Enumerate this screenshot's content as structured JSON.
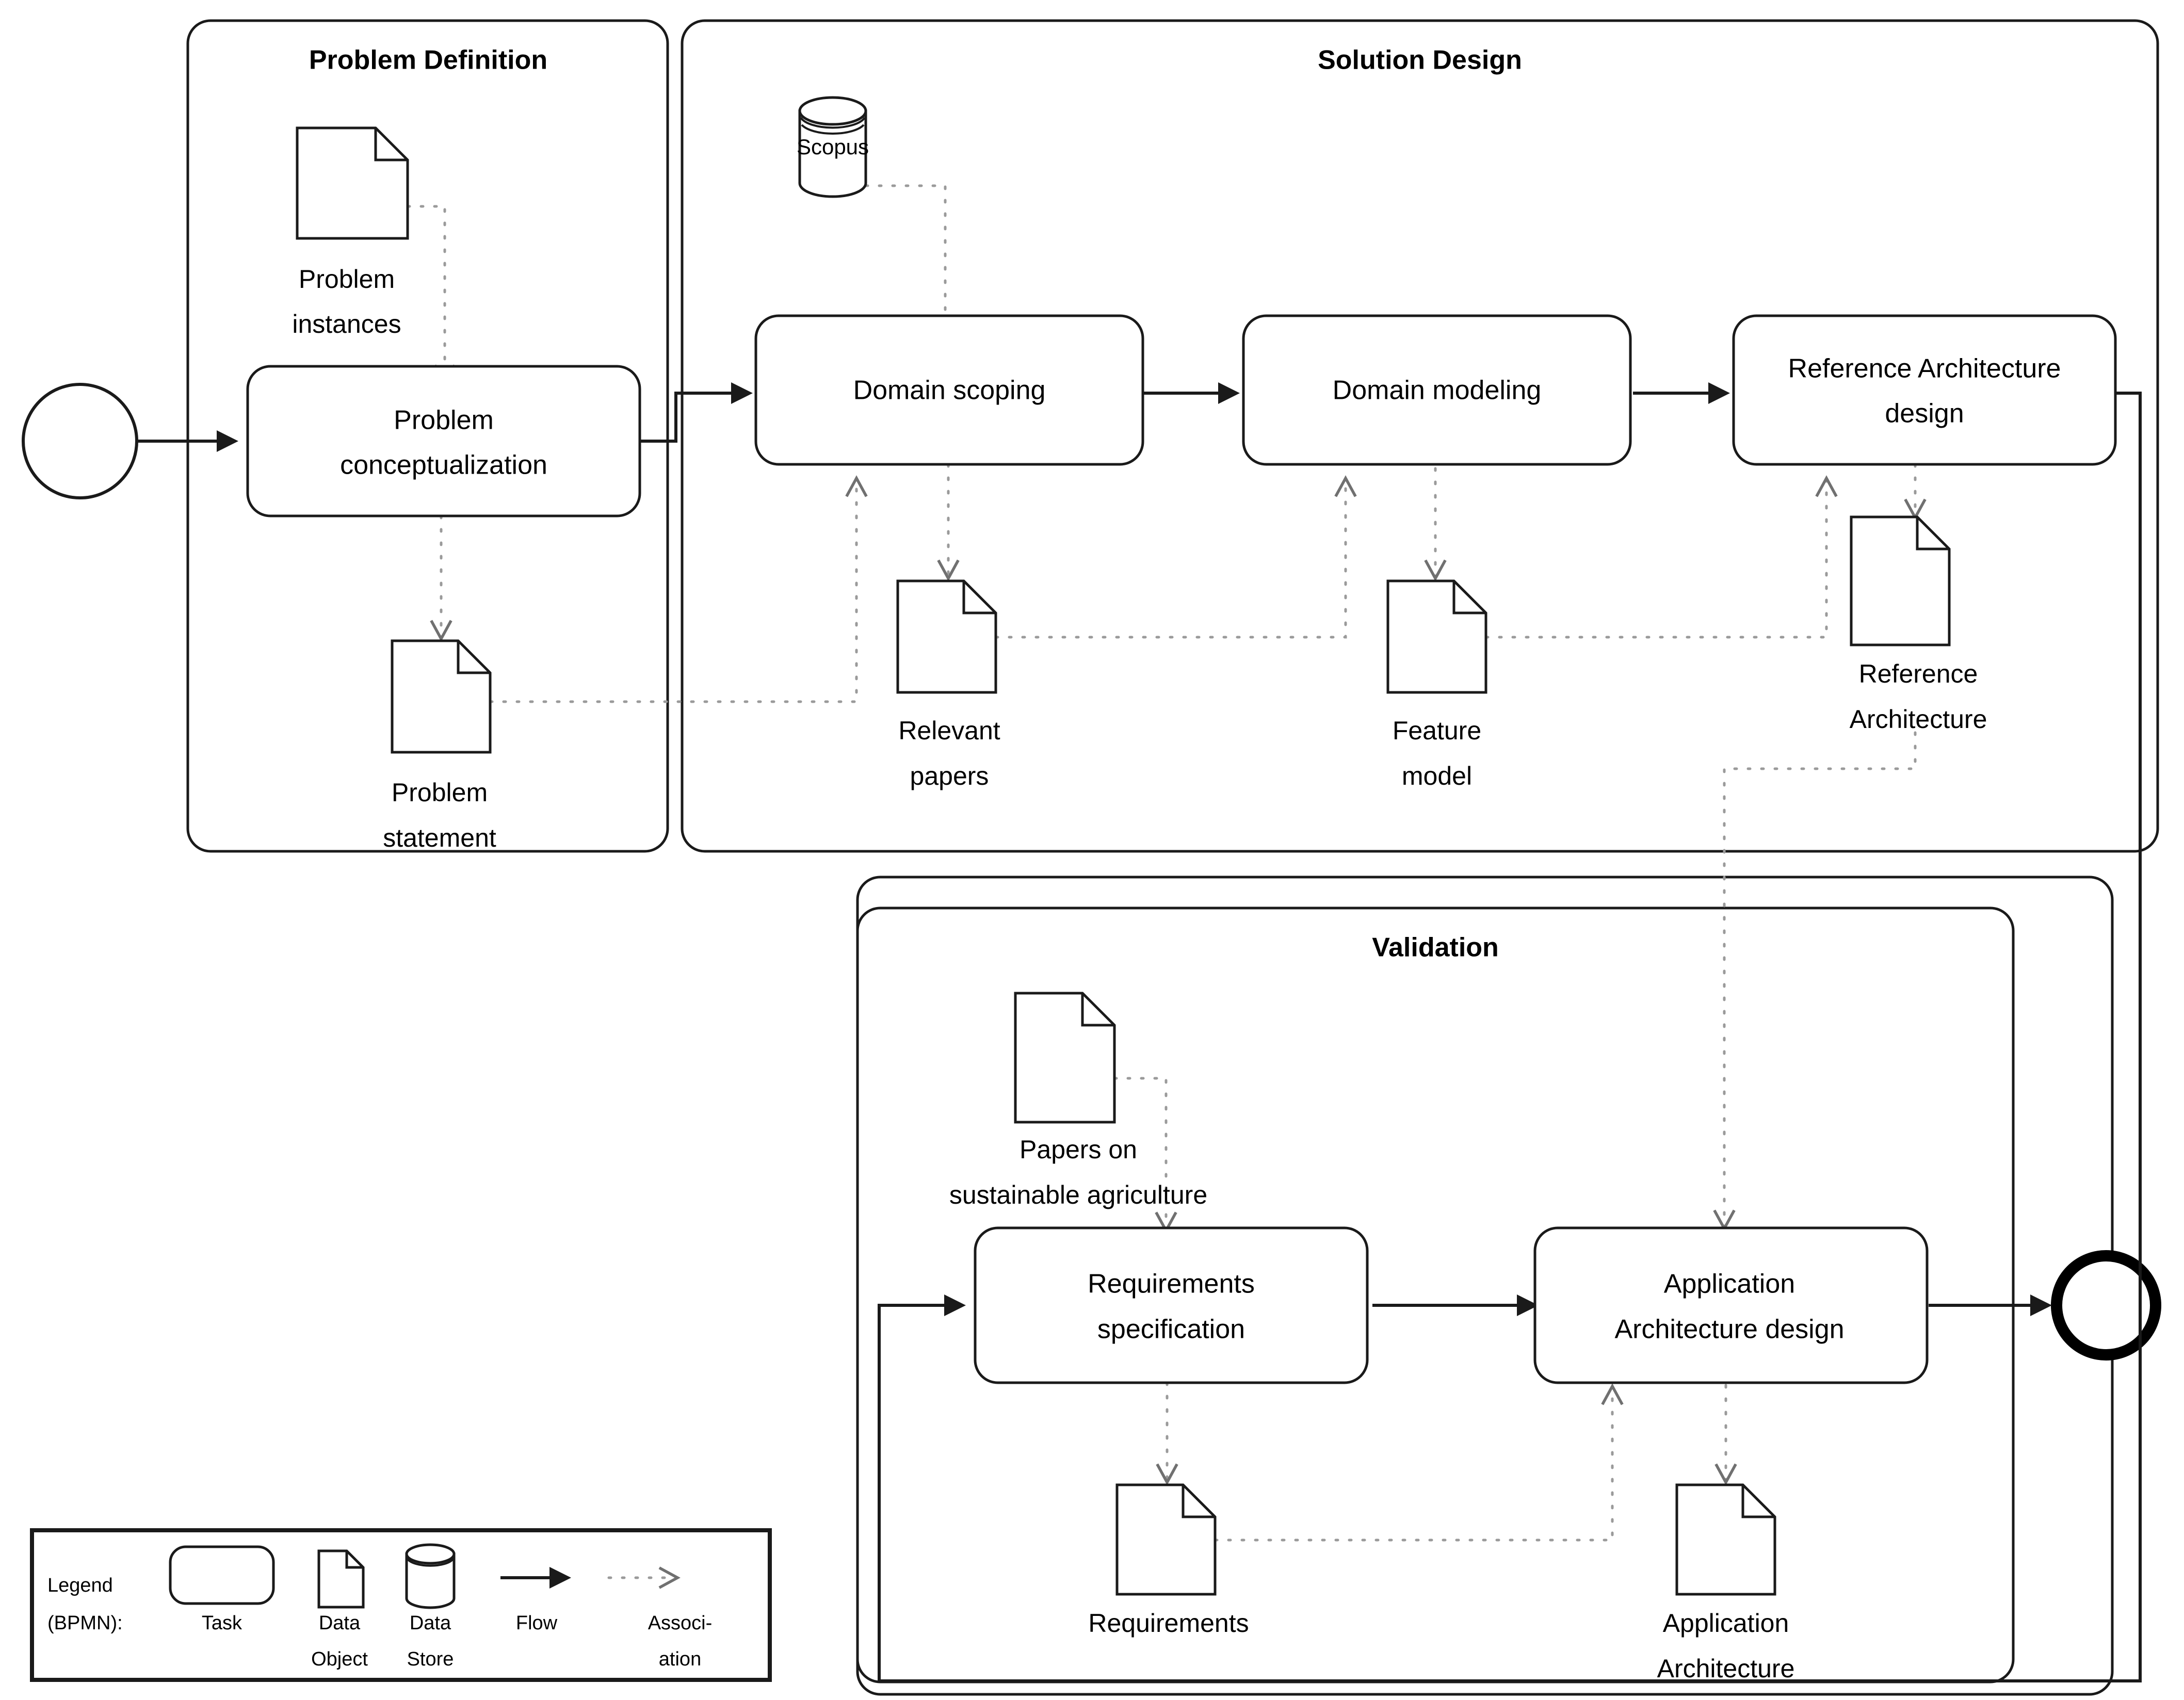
{
  "diagram": {
    "title": "BPMN process diagram",
    "notation": "BPMN"
  },
  "pools": [
    {
      "id": "problem-definition",
      "label": "Problem Definition"
    },
    {
      "id": "solution-design",
      "label": "Solution Design"
    },
    {
      "id": "validation",
      "label": "Validation"
    }
  ],
  "tasks": [
    {
      "id": "problem-conceptualization",
      "line1": "Problem",
      "line2": "conceptualization",
      "pool": "problem-definition"
    },
    {
      "id": "domain-scoping",
      "line1": "Domain scoping",
      "line2": "",
      "pool": "solution-design"
    },
    {
      "id": "domain-modeling",
      "line1": "Domain modeling",
      "line2": "",
      "pool": "solution-design"
    },
    {
      "id": "reference-architecture-design",
      "line1": "Reference Architecture",
      "line2": "design",
      "pool": "solution-design"
    },
    {
      "id": "requirements-specification",
      "line1": "Requirements",
      "line2": "specification",
      "pool": "validation"
    },
    {
      "id": "application-architecture-design",
      "line1": "Application",
      "line2": "Architecture design",
      "pool": "validation"
    }
  ],
  "data_objects": [
    {
      "id": "problem-instances",
      "line1": "Problem",
      "line2": "instances"
    },
    {
      "id": "problem-statement",
      "line1": "Problem",
      "line2": "statement"
    },
    {
      "id": "relevant-papers",
      "line1": "Relevant",
      "line2": "papers"
    },
    {
      "id": "feature-model",
      "line1": "Feature",
      "line2": "model"
    },
    {
      "id": "reference-architecture",
      "line1": "Reference",
      "line2": "Architecture"
    },
    {
      "id": "papers-sustainable-agriculture",
      "line1": "Papers on",
      "line2": "sustainable agriculture"
    },
    {
      "id": "requirements",
      "line1": "Requirements",
      "line2": ""
    },
    {
      "id": "application-architecture",
      "line1": "Application",
      "line2": "Architecture"
    }
  ],
  "data_stores": [
    {
      "id": "scopus",
      "label": "Scopus"
    }
  ],
  "events": [
    {
      "id": "start-event",
      "type": "start"
    },
    {
      "id": "end-event",
      "type": "end"
    }
  ],
  "legend": {
    "title_line1": "Legend",
    "title_line2": "(BPMN):",
    "items": [
      {
        "id": "task",
        "line1": "Task",
        "line2": ""
      },
      {
        "id": "data-object",
        "line1": "Data",
        "line2": "Object"
      },
      {
        "id": "data-store",
        "line1": "Data",
        "line2": "Store"
      },
      {
        "id": "flow",
        "line1": "Flow",
        "line2": ""
      },
      {
        "id": "association",
        "line1": "Associ-",
        "line2": "ation"
      }
    ]
  },
  "colors": {
    "stroke": "#1a1a1a",
    "association": "#9a9a9a",
    "background": "#ffffff"
  }
}
